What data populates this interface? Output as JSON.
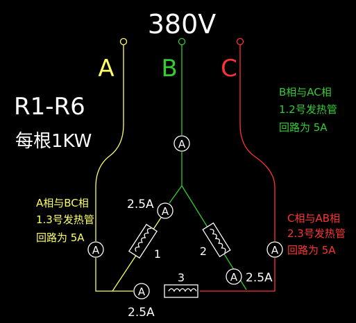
{
  "title": "380V",
  "phases": {
    "a": "A",
    "b": "B",
    "c": "C"
  },
  "left_title": {
    "line1": "R1-R6",
    "line2": "每根1KW"
  },
  "notes": {
    "b": [
      "B相与AC相",
      "1.2号发热管",
      "回路为 5A"
    ],
    "a": [
      "A相与BC相",
      "1.3号发热管",
      "回路为 5A"
    ],
    "c": [
      "C相与AB相",
      "2.3号发热管",
      "回路为 5A"
    ]
  },
  "ammeter_symbol": "A",
  "heaters": {
    "h1": "1",
    "h2": "2",
    "h3": "3"
  },
  "currents": {
    "b_branch": "2.5A",
    "c_branch": "2.5A",
    "bottom": "2.5A"
  },
  "colors": {
    "background": "#000000",
    "white": "#FFFFFF",
    "phase_a": "#FFFF66",
    "phase_b": "#33CC33",
    "phase_c": "#FF3333",
    "note_b": "#33CC33",
    "note_a": "#FFFF66",
    "note_c": "#FF3333"
  }
}
